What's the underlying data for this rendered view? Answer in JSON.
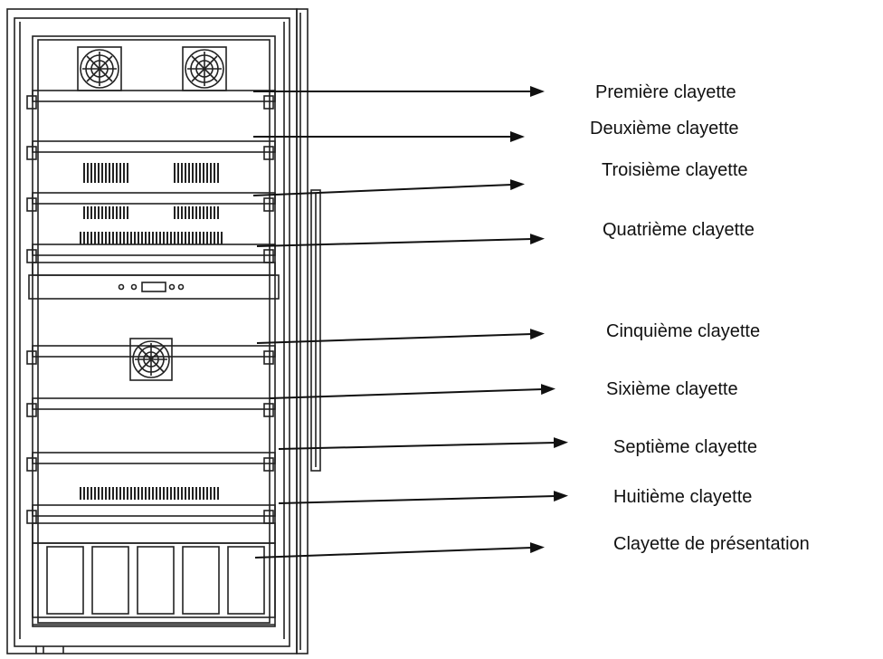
{
  "labels": [
    "Première clayette",
    "Deuxième clayette",
    "Troisième clayette",
    "Quatrième clayette",
    "Cinquième clayette",
    "Sixième clayette",
    "Septième clayette",
    "Huitième clayette",
    "Clayette de présentation"
  ],
  "colors": {
    "line": "#222222",
    "background": "#ffffff"
  },
  "icons": [
    "fan-icon",
    "vent-grille-icon",
    "control-panel-icon",
    "door-handle-icon",
    "arrow-icon"
  ]
}
